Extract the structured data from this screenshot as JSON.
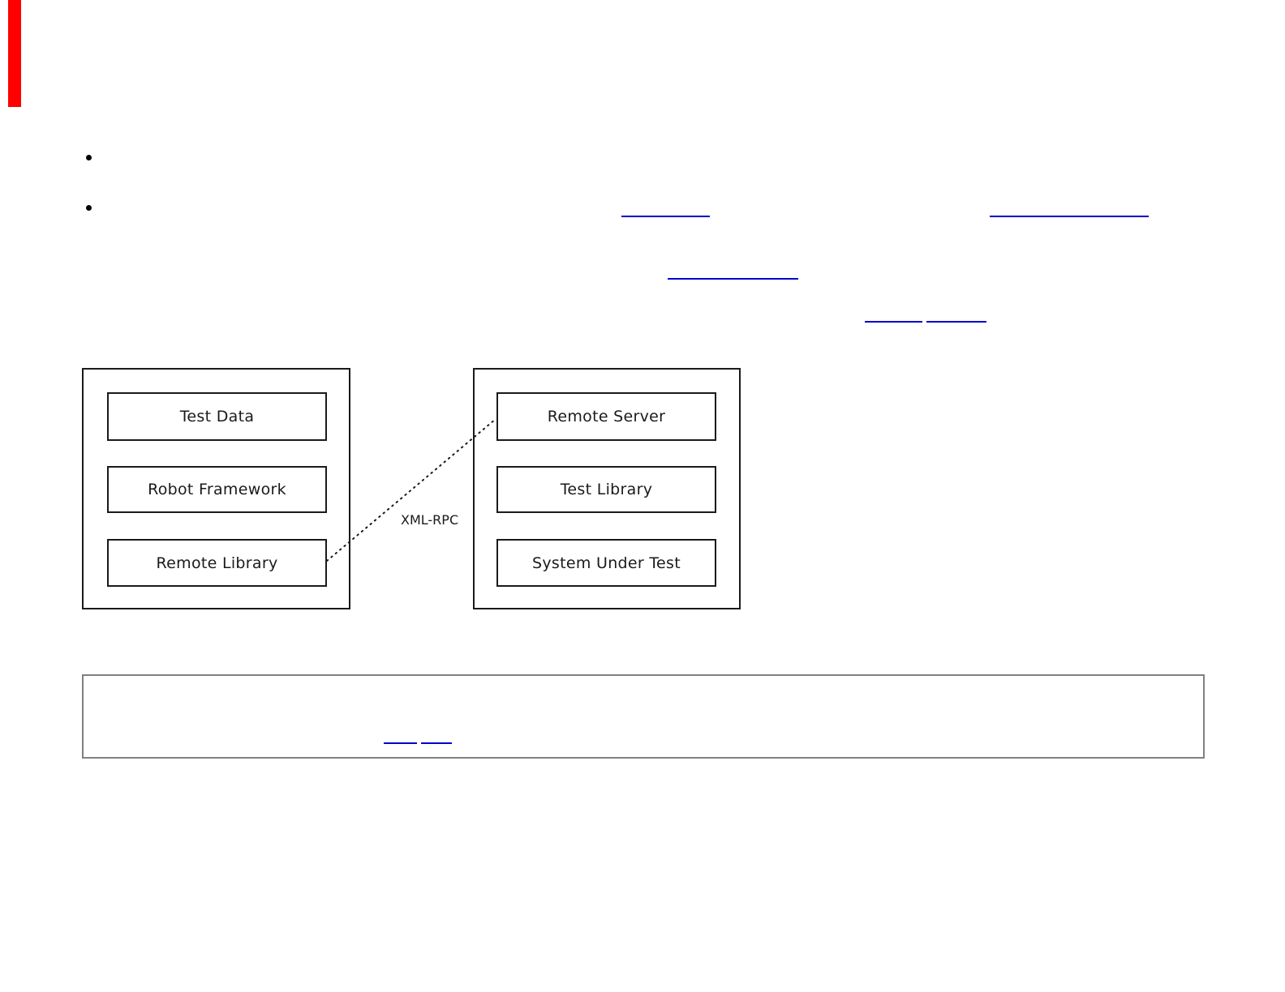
{
  "colors": {
    "page_bg": "#ffffff",
    "red_bar": "#ff0000",
    "bullet": "#000000",
    "link_underline": "#0000cc",
    "diagram_line": "#1a1a1a",
    "note_border": "#808080"
  },
  "list": {
    "bullet_count": 2
  },
  "diagram": {
    "left_box_items": [
      "Test Data",
      "Robot Framework",
      "Remote Library"
    ],
    "right_box_items": [
      "Remote Server",
      "Test Library",
      "System Under Test"
    ],
    "connection_label": "XML-RPC"
  }
}
